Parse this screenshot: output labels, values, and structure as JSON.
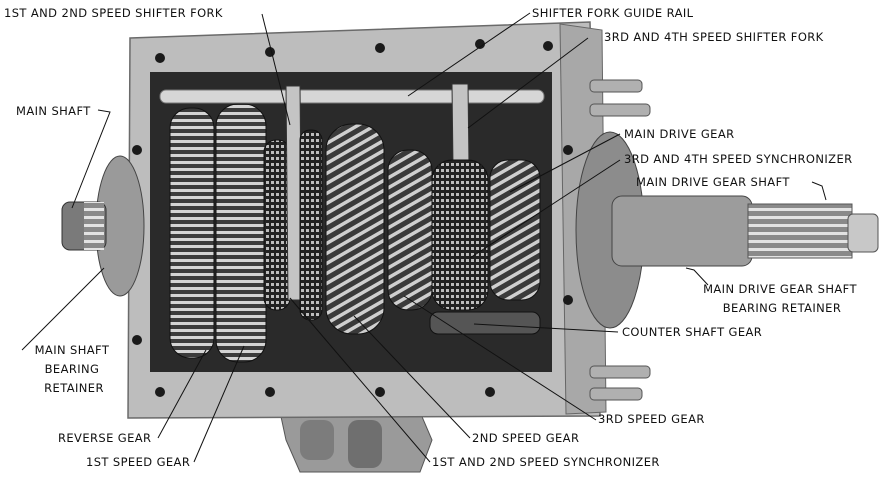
{
  "labels": {
    "shifter_fork_12": "1ST AND 2ND SPEED SHIFTER FORK",
    "guide_rail": "SHIFTER FORK GUIDE RAIL",
    "shifter_fork_34": "3RD AND 4TH SPEED SHIFTER FORK",
    "main_shaft": "MAIN SHAFT",
    "main_drive_gear": "MAIN DRIVE GEAR",
    "synchro_34": "3RD AND 4TH SPEED SYNCHRONIZER",
    "main_drive_gear_shaft": "MAIN DRIVE GEAR SHAFT",
    "main_shaft_bearing_retainer": [
      "MAIN SHAFT",
      "BEARING",
      "RETAINER"
    ],
    "main_drive_gear_shaft_bearing_retainer": [
      "MAIN DRIVE GEAR SHAFT",
      "BEARING RETAINER"
    ],
    "counter_shaft_gear": "COUNTER SHAFT GEAR",
    "third_speed_gear": "3RD SPEED GEAR",
    "reverse_gear": "REVERSE GEAR",
    "second_speed_gear": "2ND SPEED GEAR",
    "first_speed_gear": "1ST SPEED GEAR",
    "synchro_12": "1ST AND 2ND SPEED SYNCHRONIZER"
  },
  "colors": {
    "background": "#ffffff",
    "housing": "#b9b9b9",
    "cavity": "#2a2a2a",
    "gear_dark": "#4a4a4a",
    "gear_light": "#d2d2d2",
    "ink": "#111111"
  }
}
